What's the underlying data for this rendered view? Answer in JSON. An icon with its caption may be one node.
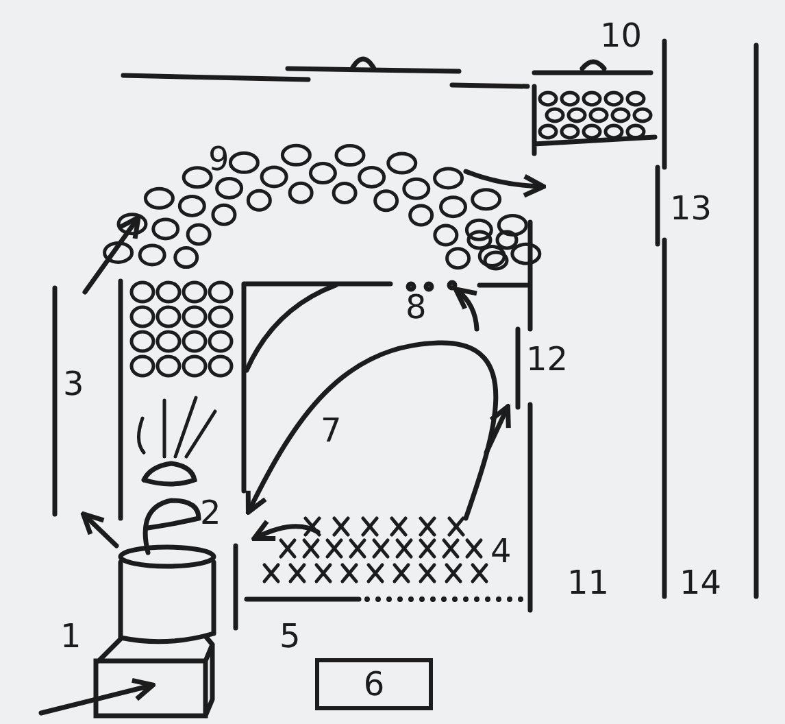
{
  "diagram": {
    "nodes": [
      {
        "text": [
          "6"
        ]
      }
    ],
    "labels": [
      "10",
      "9",
      "13",
      "8",
      "12",
      "3",
      "7",
      "2",
      "4",
      "1",
      "5",
      "11",
      "14"
    ]
  }
}
